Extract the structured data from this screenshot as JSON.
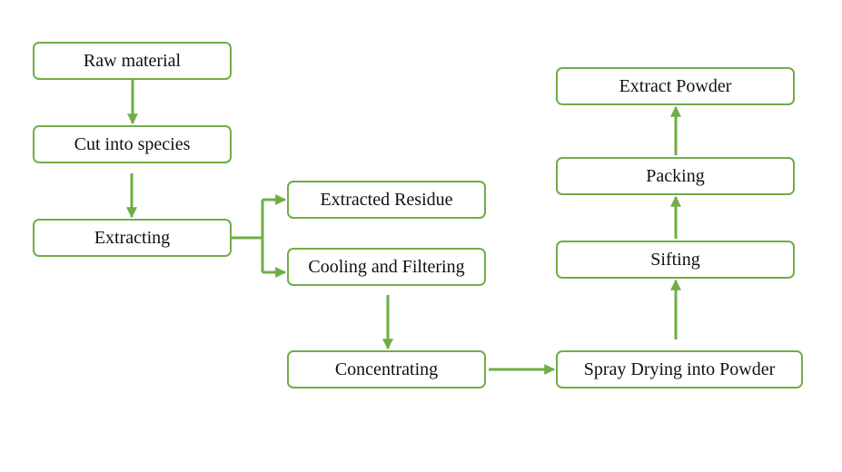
{
  "colors": {
    "accent": "#70ad47",
    "text": "#111111",
    "background": "#ffffff"
  },
  "nodes": {
    "raw_material": "Raw material",
    "cut_into_species": "Cut into species",
    "extracting": "Extracting",
    "extracted_residue": "Extracted Residue",
    "cooling_filtering": "Cooling and Filtering",
    "concentrating": "Concentrating",
    "spray_drying": "Spray Drying into Powder",
    "sifting": "Sifting",
    "packing": "Packing",
    "extract_powder": "Extract Powder"
  },
  "edges": [
    {
      "from": "raw_material",
      "to": "cut_into_species"
    },
    {
      "from": "cut_into_species",
      "to": "extracting"
    },
    {
      "from": "extracting",
      "to": "extracted_residue"
    },
    {
      "from": "extracting",
      "to": "cooling_filtering"
    },
    {
      "from": "cooling_filtering",
      "to": "concentrating"
    },
    {
      "from": "concentrating",
      "to": "spray_drying"
    },
    {
      "from": "spray_drying",
      "to": "sifting"
    },
    {
      "from": "sifting",
      "to": "packing"
    },
    {
      "from": "packing",
      "to": "extract_powder"
    }
  ]
}
